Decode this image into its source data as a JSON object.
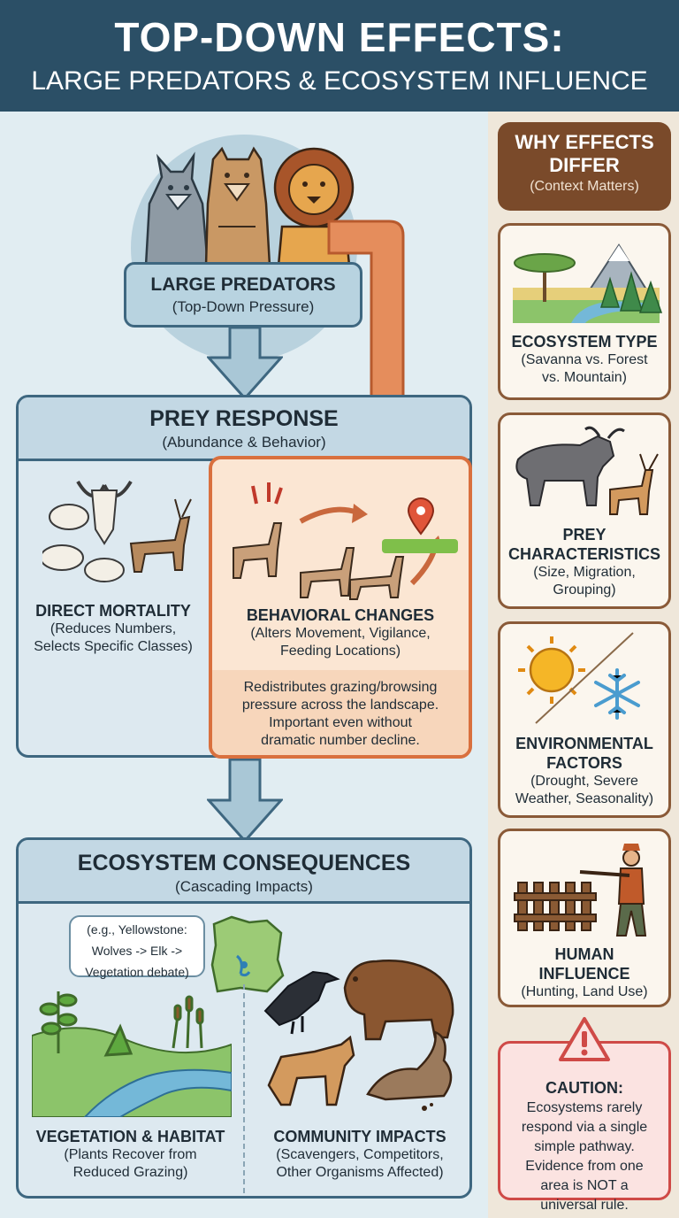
{
  "header": {
    "title": "TOP-DOWN EFFECTS:",
    "subtitle": "LARGE PREDATORS & ECOSYSTEM INFLUENCE"
  },
  "predators": {
    "title": "LARGE PREDATORS",
    "subtitle": "(Top-Down Pressure)"
  },
  "prey_response": {
    "title": "PREY RESPONSE",
    "subtitle": "(Abundance & Behavior)",
    "direct": {
      "title": "DIRECT MORTALITY",
      "line1": "(Reduces Numbers,",
      "line2": "Selects Specific Classes)"
    },
    "behavioral": {
      "title": "BEHAVIORAL CHANGES",
      "line1": "(Alters Movement, Vigilance,",
      "line2": "Feeding Locations)",
      "note1": "Redistributes grazing/browsing",
      "note2": "pressure across the landscape.",
      "note3": "Important even without",
      "note4": "dramatic number decline."
    }
  },
  "ecosystem": {
    "title": "ECOSYSTEM CONSEQUENCES",
    "subtitle": "(Cascading Impacts)",
    "callout1": "(e.g., Yellowstone:",
    "callout2": "Wolves -> Elk ->",
    "callout3": "Vegetation debate)",
    "vegetation": {
      "title": "VEGETATION & HABITAT",
      "line1": "(Plants Recover from",
      "line2": "Reduced Grazing)"
    },
    "community": {
      "title": "COMMUNITY IMPACTS",
      "line1": "(Scavengers, Competitors,",
      "line2": "Other Organisms Affected)"
    }
  },
  "why": {
    "title1": "WHY EFFECTS",
    "title2": "DIFFER",
    "subtitle": "(Context Matters)"
  },
  "factors": {
    "ecosystem_type": {
      "title": "ECOSYSTEM TYPE",
      "line1": "(Savanna vs. Forest",
      "line2": "vs. Mountain)"
    },
    "prey_characteristics": {
      "title1": "PREY",
      "title2": "CHARACTERISTICS",
      "line1": "(Size, Migration,",
      "line2": "Grouping)"
    },
    "environmental": {
      "title1": "ENVIRONMENTAL",
      "title2": "FACTORS",
      "line1": "(Drought, Severe",
      "line2": "Weather, Seasonality)"
    },
    "human": {
      "title1": "HUMAN",
      "title2": "INFLUENCE",
      "line1": "(Hunting, Land Use)"
    }
  },
  "caution": {
    "title": "CAUTION:",
    "line1": "Ecosystems rarely",
    "line2": "respond via a single",
    "line3": "simple pathway.",
    "line4": "Evidence from one",
    "line5": "area is NOT a",
    "line6": "universal rule."
  },
  "colors": {
    "header": "#2b4f66",
    "blue_border": "#3e6780",
    "orange": "#d9703e",
    "brown": "#7a4a2a",
    "caution_red": "#cf4a47"
  }
}
